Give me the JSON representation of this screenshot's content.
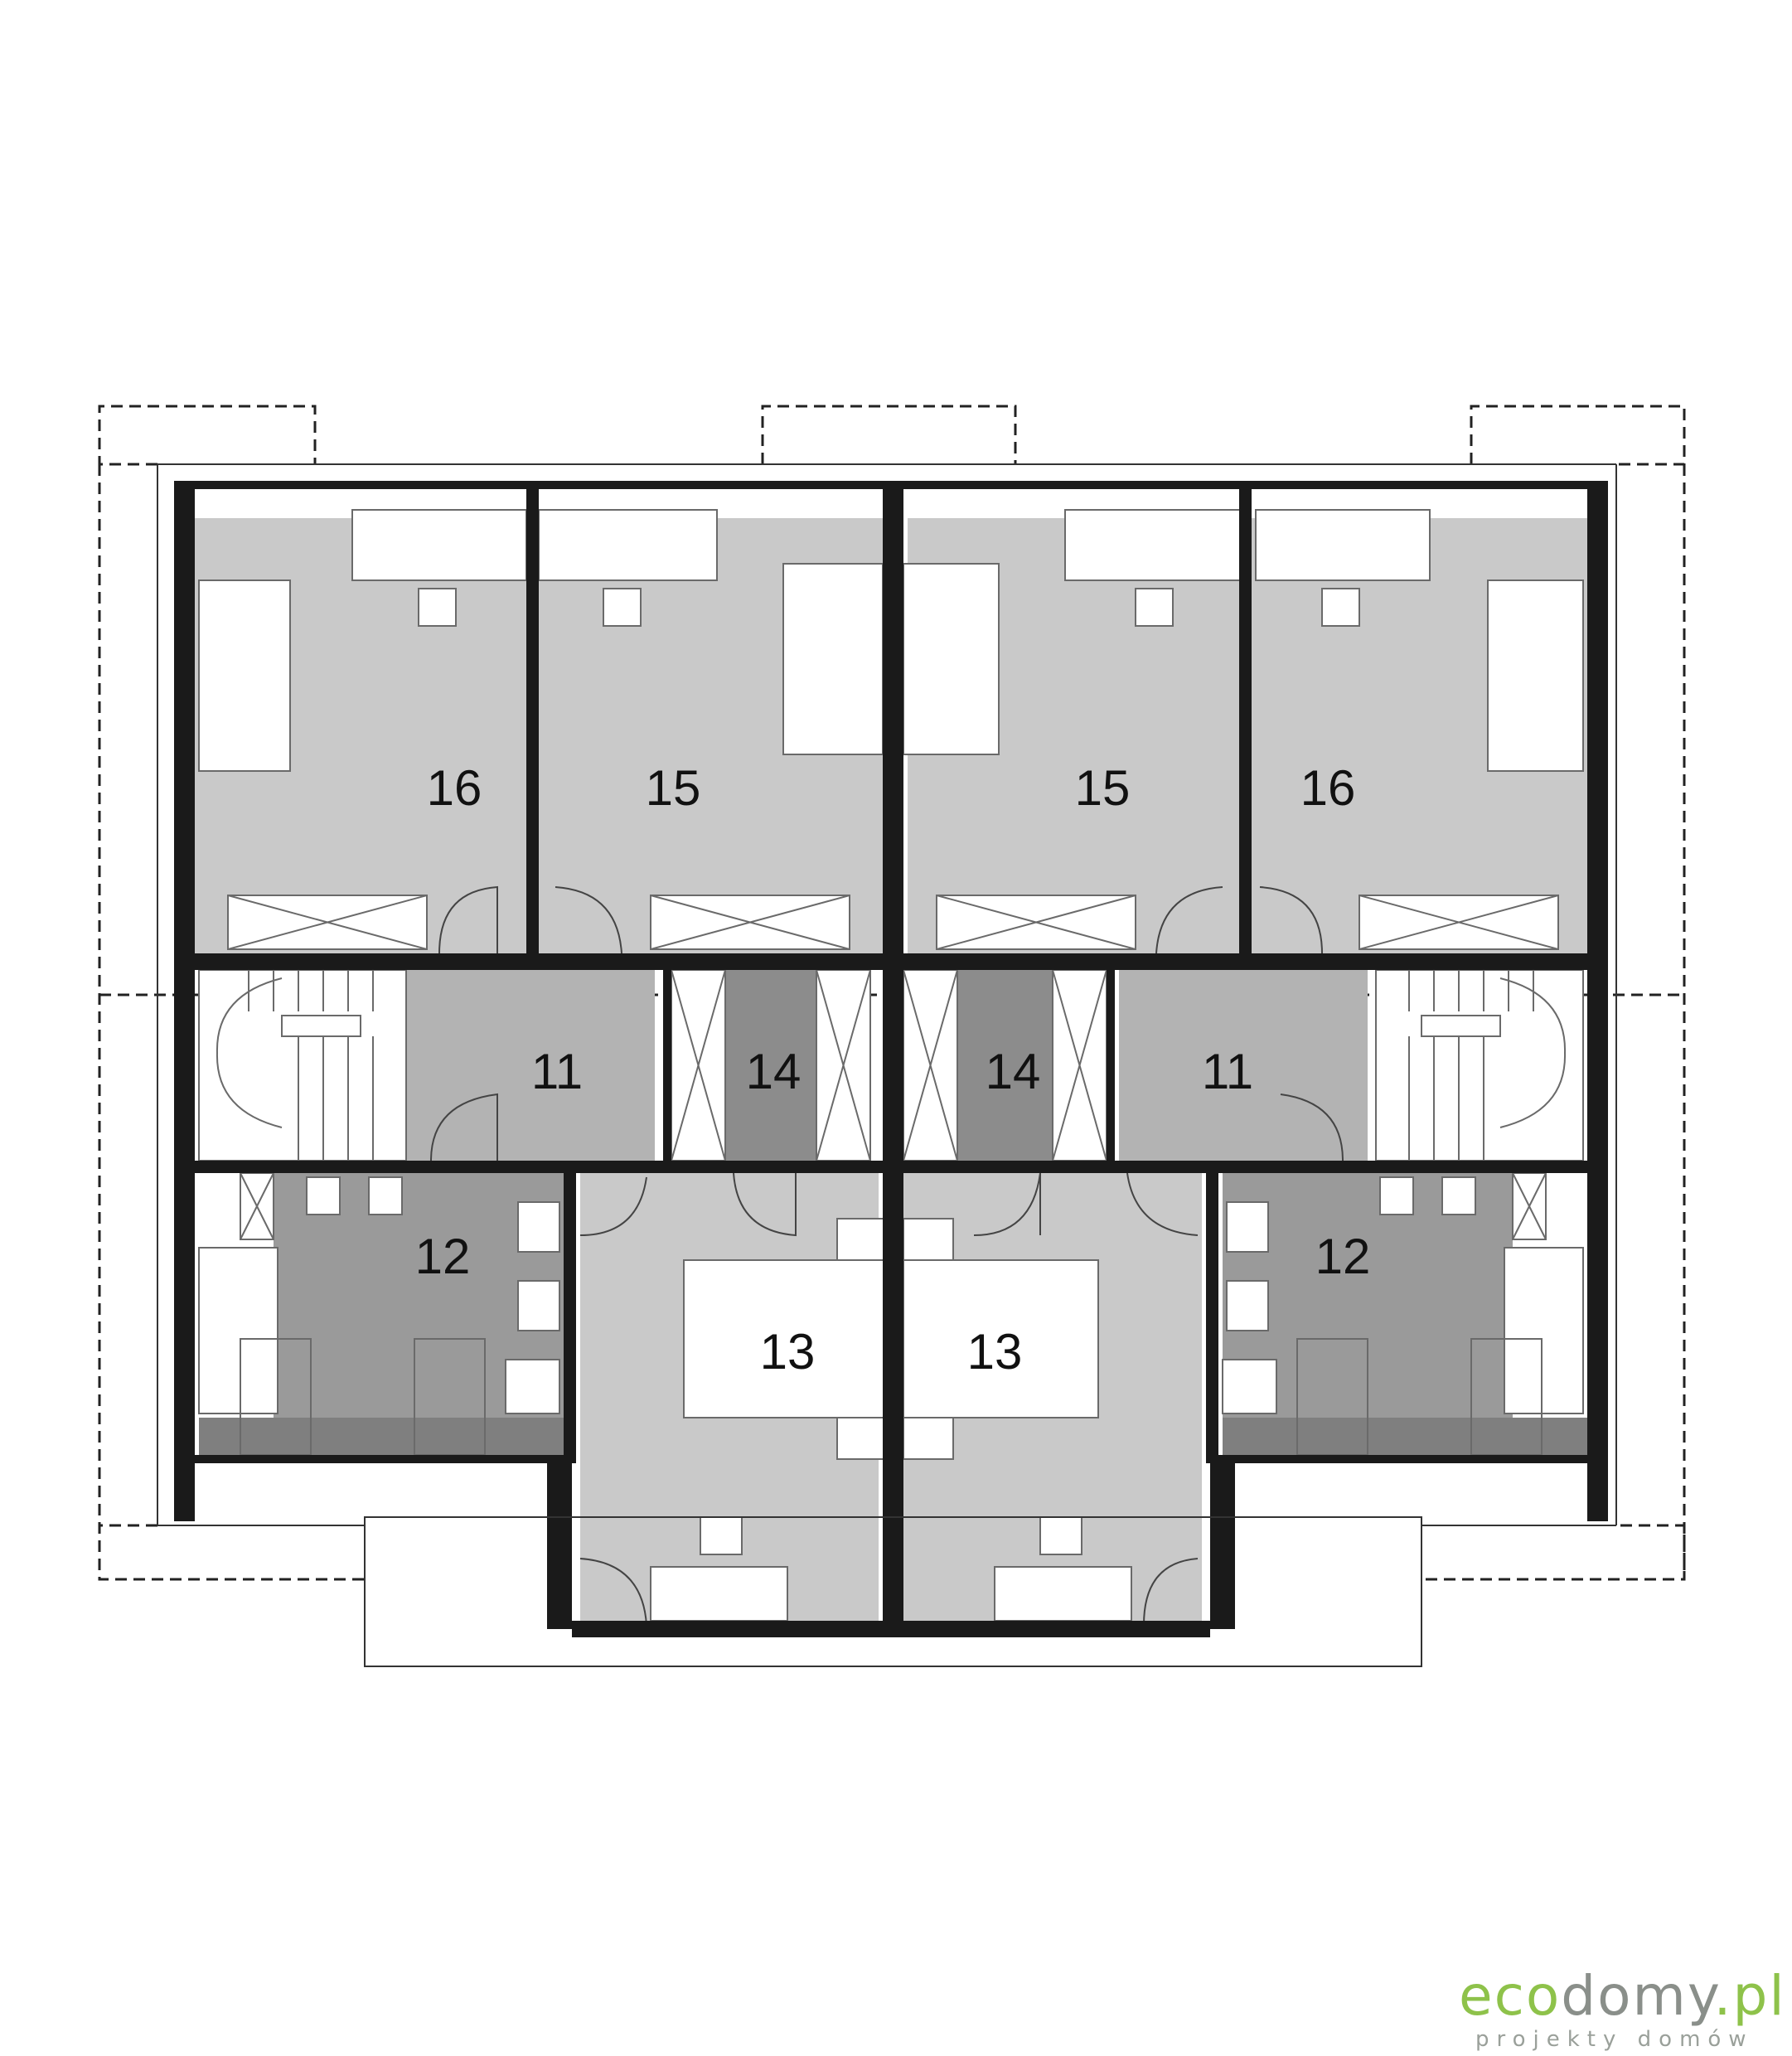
{
  "rooms": [
    {
      "id": "16-left",
      "label": "16",
      "tone": "#c9c9c9"
    },
    {
      "id": "15-left",
      "label": "15",
      "tone": "#c9c9c9"
    },
    {
      "id": "15-right",
      "label": "15",
      "tone": "#c9c9c9"
    },
    {
      "id": "16-right",
      "label": "16",
      "tone": "#c9c9c9"
    },
    {
      "id": "11-left",
      "label": "11",
      "tone": "#b3b3b3"
    },
    {
      "id": "14-left",
      "label": "14",
      "tone": "#8c8c8c"
    },
    {
      "id": "14-right",
      "label": "14",
      "tone": "#8c8c8c"
    },
    {
      "id": "11-right",
      "label": "11",
      "tone": "#b3b3b3"
    },
    {
      "id": "12-left",
      "label": "12",
      "tone": "#9a9a9a"
    },
    {
      "id": "13-left",
      "label": "13",
      "tone": "#c9c9c9"
    },
    {
      "id": "13-right",
      "label": "13",
      "tone": "#c9c9c9"
    },
    {
      "id": "12-right",
      "label": "12",
      "tone": "#9a9a9a"
    }
  ],
  "logo": {
    "part1": "eco",
    "part2": "domy",
    "part3": ".pl",
    "tagline": "projekty domów"
  },
  "colors": {
    "wall": "#1a1a1a",
    "bedroom_fill": "#c9c9c9",
    "hall_fill": "#b3b3b3",
    "bath_fill": "#9a9a9a",
    "closet_fill": "#8c8c8c",
    "logo_green": "#8ec24a",
    "logo_gray": "#8a8f8a"
  }
}
